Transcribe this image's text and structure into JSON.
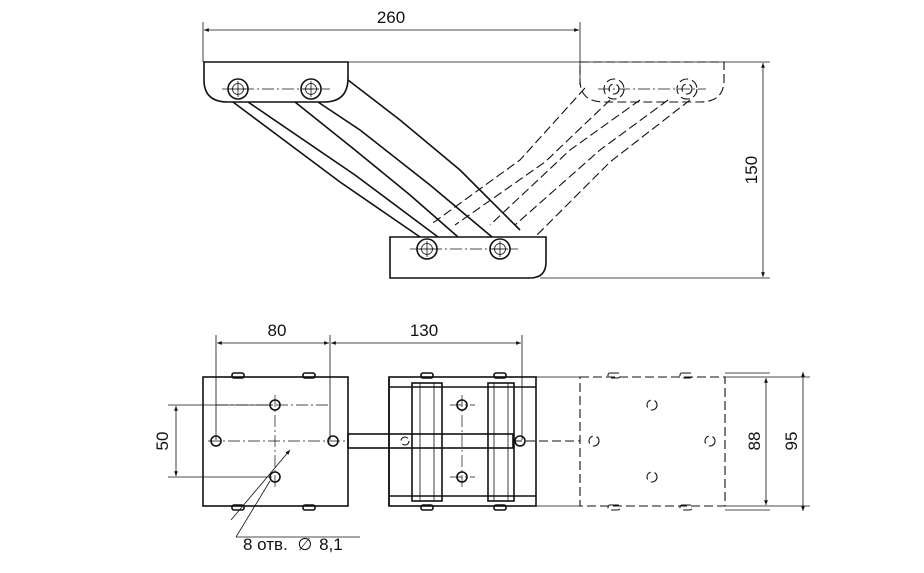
{
  "dimensions": {
    "top_width": "260",
    "height": "150",
    "plate_spacing": "80",
    "link_spacing": "130",
    "hole_spacing": "50",
    "inner_width": "88",
    "outer_width": "95"
  },
  "callout": {
    "holes_text": "8 отв.",
    "diameter_symbol": "∅",
    "diameter_value": "8,1"
  }
}
